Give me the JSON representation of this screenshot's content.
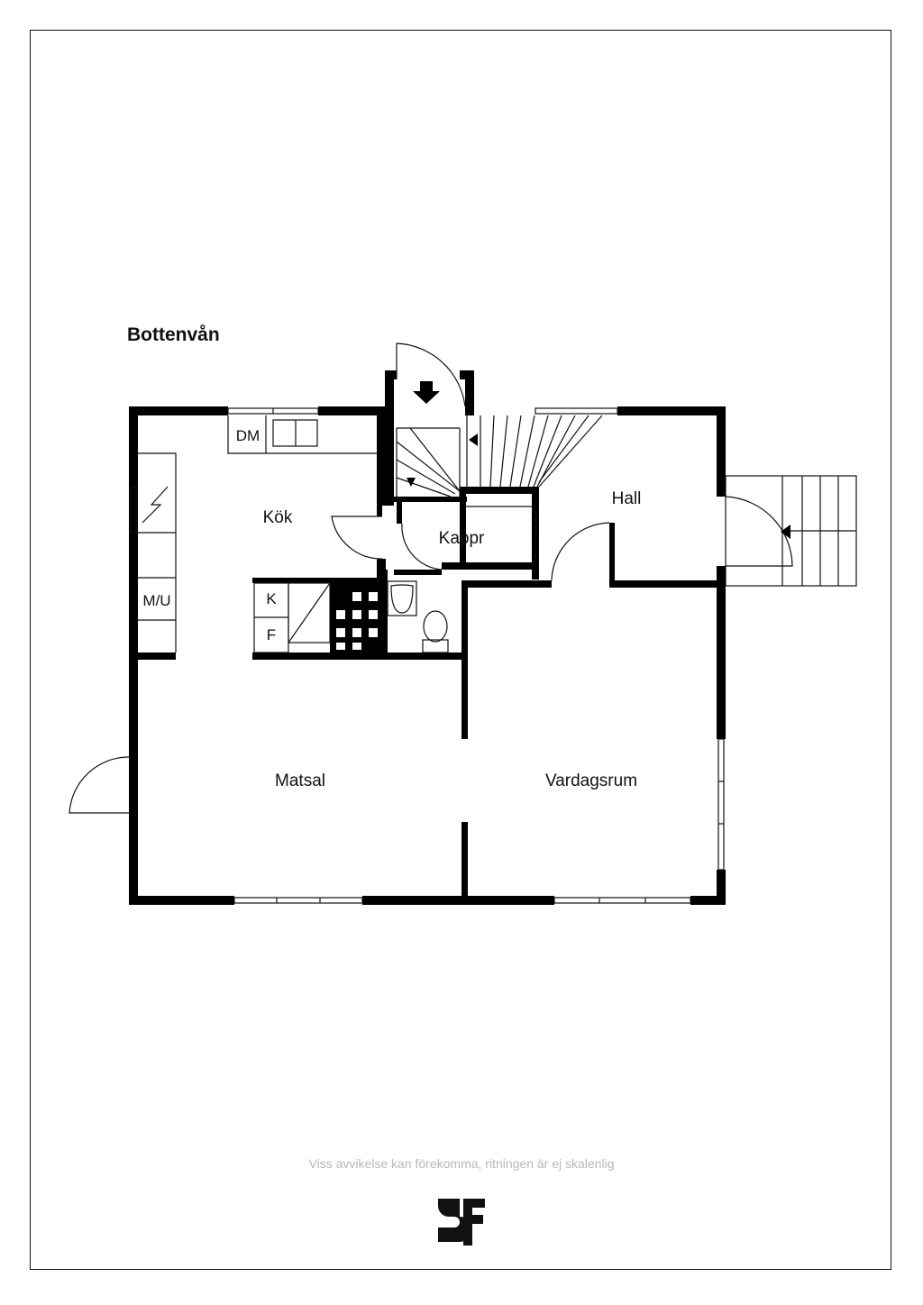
{
  "floor_title": "Bottenvån",
  "rooms": {
    "kok": "Kök",
    "hall": "Hall",
    "kappr": "Kappr",
    "matsal": "Matsal",
    "vardagsrum": "Vardagsrum"
  },
  "fixtures": {
    "dm": "DM",
    "mu": "M/U",
    "k": "K",
    "f": "F"
  },
  "disclaimer": "Viss avvikelse kan förekomma, ritningen är ej skalenlig",
  "logo_icon": "sf-logo-icon"
}
